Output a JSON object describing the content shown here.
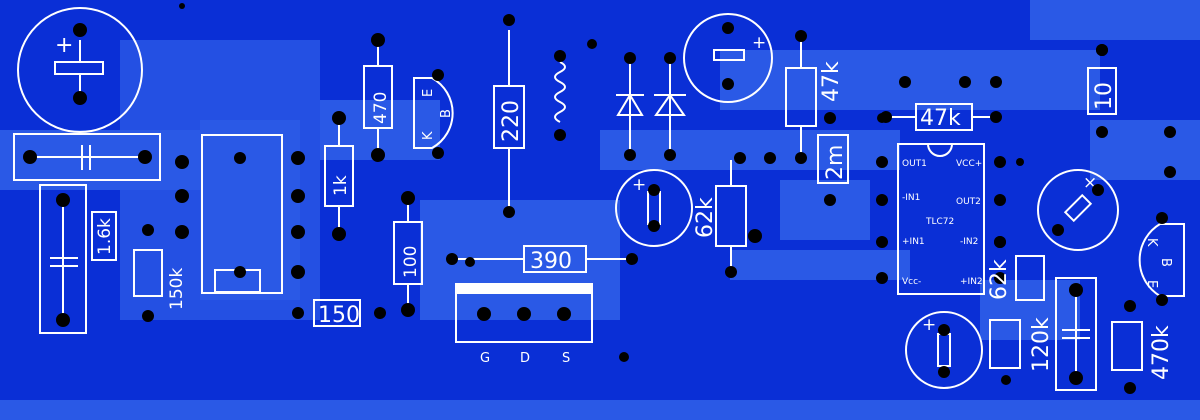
{
  "colors": {
    "board": "#0a2fd6",
    "trace": "#2a59e6",
    "silkscreen": "#ffffff",
    "pad": "#000000"
  },
  "resistors": [
    "470",
    "220",
    "1k",
    "100",
    "390",
    "150",
    "1.6k",
    "150k",
    "47k",
    "47k",
    "62k",
    "2m",
    "62k",
    "10",
    "120k",
    "470k"
  ],
  "transistor_pins": {
    "left": [
      "E",
      "B",
      "K"
    ],
    "right": [
      "K",
      "B",
      "E"
    ]
  },
  "ic": {
    "part": "TLC72",
    "pins_left": [
      "OUT1",
      "-IN1",
      "+IN1",
      "Vcc-"
    ],
    "pins_right": [
      "VCC+",
      "OUT2",
      "-IN2",
      "+IN2"
    ]
  },
  "mosfet_pins": [
    "G",
    "D",
    "S"
  ],
  "polarity": {
    "plus": "+",
    "x": "×"
  }
}
